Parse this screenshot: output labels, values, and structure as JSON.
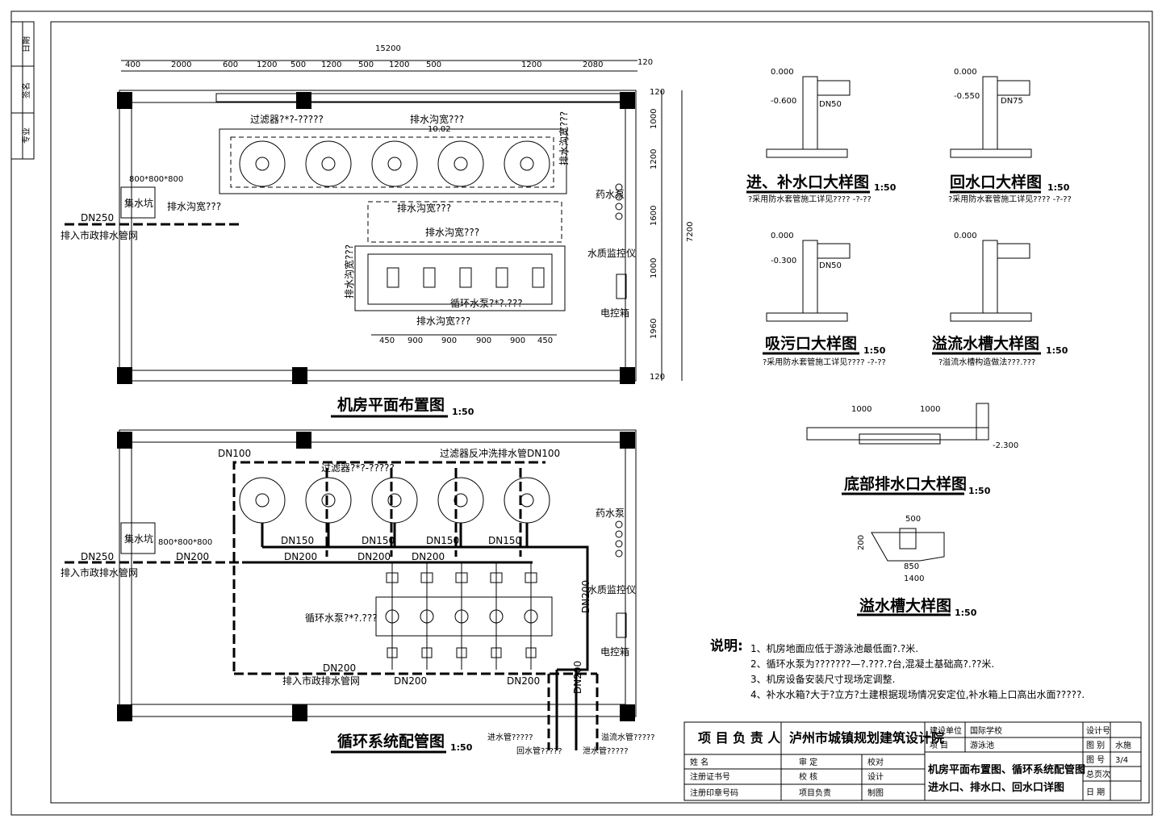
{
  "side_labels": [
    "日期",
    "签名",
    "专业"
  ],
  "plan": {
    "title": "机房平面布置图",
    "scale": "1:50",
    "overall_dim": "15200",
    "overall_height": "7200",
    "top_dims": [
      "400",
      "2000",
      "600",
      "1200",
      "500",
      "1200",
      "500",
      "1200",
      "500",
      "1200",
      "2080",
      "120"
    ],
    "right_dims": [
      "120",
      "1000",
      "1200",
      "1600",
      "1000",
      "1960",
      "120"
    ],
    "bottom_dims": [
      "450",
      "900",
      "900",
      "900",
      "900",
      "450"
    ],
    "pit": "集水坑",
    "pit_size": "800*800*800",
    "drain_pipe": "DN250",
    "drain_to": "排入市政排水管网",
    "filter_label": "过滤器?*?-?????",
    "trench_labels": [
      "排水沟宽???",
      "排水沟宽???",
      "排水沟宽???",
      "排水沟宽???"
    ],
    "trench_side": [
      "排水沟宽???",
      "排水沟宽???",
      "排水沟宽???"
    ],
    "elev": "10.02",
    "pump_label": "循环水泵?*?.???",
    "dose_pump": "药水泵",
    "monitor": "水质监控仪",
    "panel": "电控箱"
  },
  "piping": {
    "title": "循环系统配管图",
    "scale": "1:50",
    "pit": "集水坑",
    "pit_size": "800*800*800",
    "filter_label": "过滤器?*?-?????",
    "backwash": "过滤器反冲洗排水管DN100",
    "dn100": "DN100",
    "dn150": "DN150",
    "dn200": "DN200",
    "dn250": "DN250",
    "drain_to": "排入市政排水管网",
    "pump_label": "循环水泵?*?.???",
    "dose_pump": "药水泵",
    "monitor": "水质监控仪",
    "panel": "电控箱",
    "pipe_inflow": "进水管?????",
    "pipe_return": "回水管?????",
    "pipe_drain": "泄水管?????",
    "pipe_overflow": "溢流水管?????"
  },
  "details": [
    {
      "title": "进、补水口大样图",
      "scale": "1:50",
      "note": "?采用防水套管施工详见???? -?-??",
      "elev1": "0.000",
      "elev2": "-0.600",
      "dn": "DN50"
    },
    {
      "title": "回水口大样图",
      "scale": "1:50",
      "note": "?采用防水套管施工详见???? -?-??",
      "elev1": "0.000",
      "elev2": "-0.550",
      "dn": "DN75"
    },
    {
      "title": "吸污口大样图",
      "scale": "1:50",
      "note": "?采用防水套管施工详见???? -?-??",
      "elev1": "0.000",
      "elev2": "-0.300",
      "dn": "DN50"
    },
    {
      "title": "溢流水槽大样图",
      "scale": "1:50",
      "note": "?溢流水槽构造做法???.???",
      "elev1": "0.000"
    },
    {
      "title": "底部排水口大样图",
      "scale": "1:50",
      "d1": "1000",
      "d2": "1000",
      "elev": "-2.300"
    },
    {
      "title": "溢水槽大样图",
      "scale": "1:50",
      "d1": "500",
      "d2": "850",
      "d3": "1400",
      "d4": "200"
    }
  ],
  "notes": {
    "heading": "说明:",
    "items": [
      "1、机房地面应低于游泳池最低面?.?米.",
      "2、循环水泵为???????—?.???.?台,混凝土基础高?.??米.",
      "3、机房设备安装尺寸现场定调整.",
      "4、补水水箱?大于?立方?土建根据现场情况安定位,补水箱上口高出水面?????."
    ]
  },
  "title_block": {
    "leader": "项 目 负 责 人",
    "company": "泸州市城镇规划建筑设计院",
    "unit_label": "建设单位",
    "unit": "国际学校",
    "project_label": "项 目",
    "project": "游泳池",
    "design_no": "设计号",
    "sheet_type": "图 别",
    "sheet_type_val": "水施",
    "sheet_no": "图 号",
    "sheet_no_val": "3/4",
    "version": "总页次",
    "date": "日 期",
    "drawing_title_1": "机房平面布置图、循环系统配管图",
    "drawing_title_2": "进水口、排水口、回水口详图",
    "rows": [
      [
        "姓 名",
        "审 定",
        "校对"
      ],
      [
        "注册证书号",
        "校 核",
        "设计"
      ],
      [
        "注册印章号码",
        "项目负责",
        "制图"
      ]
    ]
  }
}
